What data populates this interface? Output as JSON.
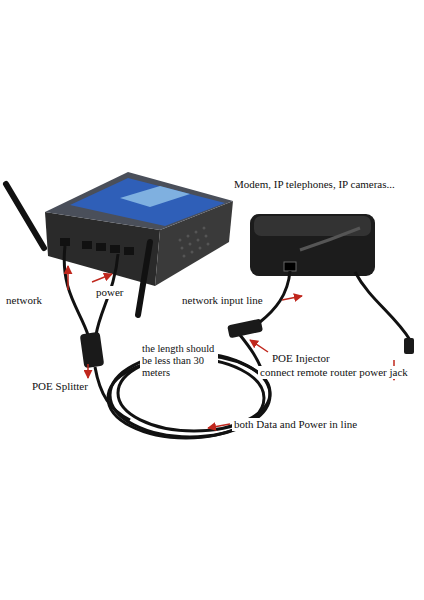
{
  "diagram": {
    "labels": [
      "Modem, IP telephones, IP cameras...",
      "network",
      "power",
      "network input line",
      "POE Splitter",
      "the length should be less than 30 meters",
      "POE Injector",
      "connect remote router power jack",
      "both Data and Power in line"
    ]
  }
}
